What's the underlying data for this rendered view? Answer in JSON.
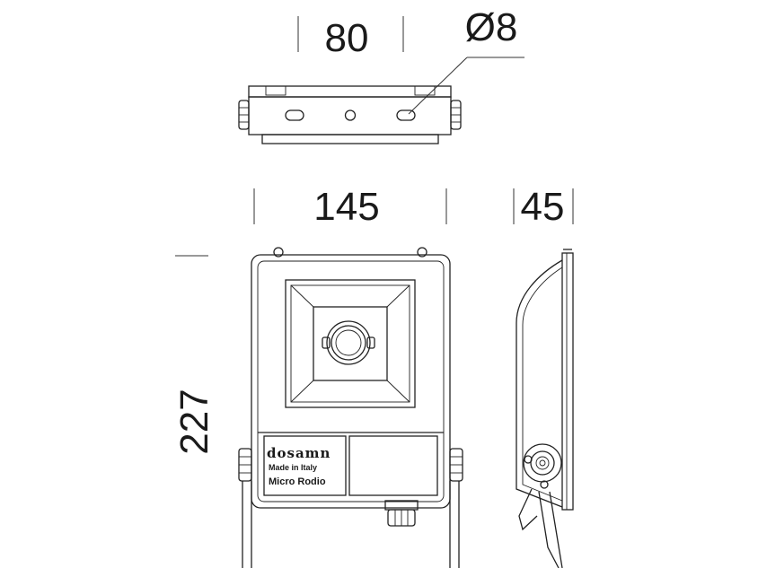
{
  "dimensions": {
    "top_width": "80",
    "hole_diameter": "Ø8",
    "front_width": "145",
    "side_depth": "45",
    "height": "227"
  },
  "label": {
    "brand": "dosamn",
    "made_in": "Made in Italy",
    "model": "Micro Rodio"
  }
}
